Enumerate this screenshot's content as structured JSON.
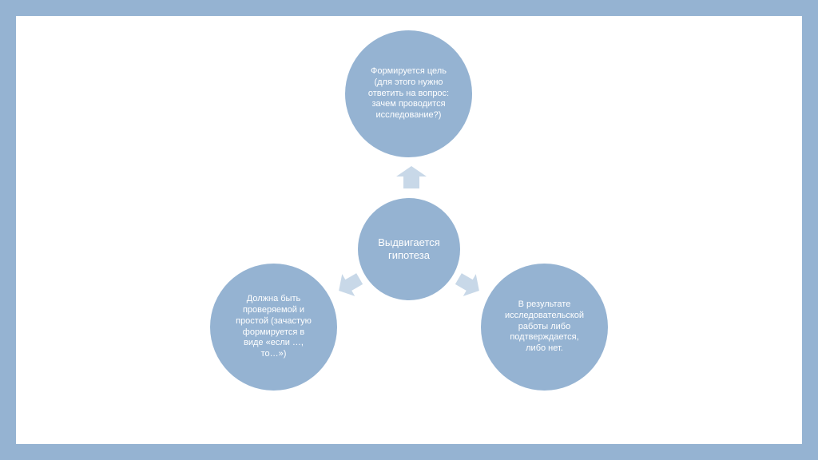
{
  "diagram": {
    "center": {
      "text": "Выдвигается\nгипотеза"
    },
    "top": {
      "text": "Формируется цель\n(для этого нужно\nответить на вопрос:\nзачем проводится\nисследование?)"
    },
    "left": {
      "text": "Должна быть\nпроверяемой и\nпростой (зачастую\nформируется в\nвиде «если …,\nто…»)"
    },
    "right": {
      "text": "В результате\nисследовательской\nработы либо\nподтверждается,\nлибо нет."
    }
  },
  "colors": {
    "frame": "#95b3d2",
    "node": "#95b3d2",
    "arrow": "#c8d8e8",
    "slide": "#ffffff"
  }
}
